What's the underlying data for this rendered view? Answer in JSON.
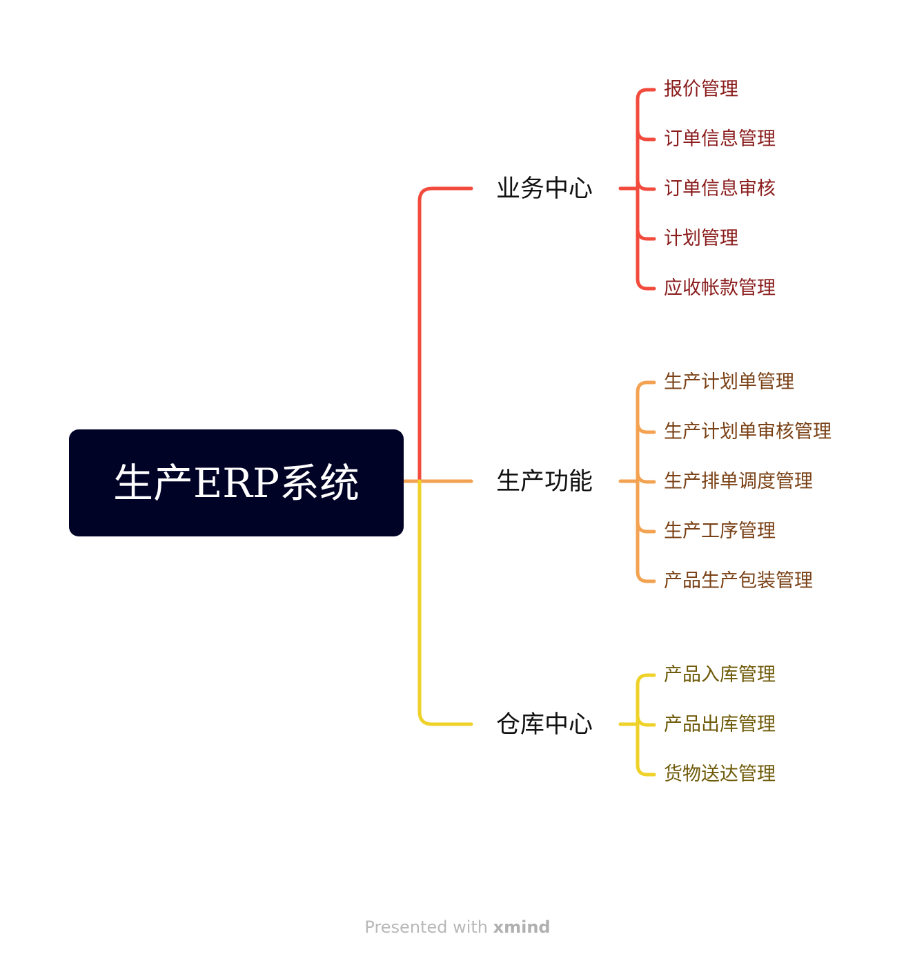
{
  "root": {
    "label": "生产ERP系统"
  },
  "branches": [
    {
      "label": "业务中心",
      "color": "#f24b3d",
      "leaf_color": "#8a1c1c",
      "children": [
        "报价管理",
        "订单信息管理",
        "订单信息审核",
        "计划管理",
        "应收帐款管理"
      ]
    },
    {
      "label": "生产功能",
      "color": "#f3a251",
      "leaf_color": "#7a4116",
      "children": [
        "生产计划单管理",
        "生产计划单审核管理",
        "生产排单调度管理",
        "生产工序管理",
        "产品生产包装管理"
      ]
    },
    {
      "label": "仓库中心",
      "color": "#efd229",
      "leaf_color": "#6e5a08",
      "children": [
        "产品入库管理",
        "产品出库管理",
        "货物送达管理"
      ]
    }
  ],
  "footer": {
    "prefix": "Presented with ",
    "brand": "xmind"
  },
  "colors": {
    "root_background": "#000226",
    "root_text": "#ffffff",
    "branch_text": "#111111"
  }
}
